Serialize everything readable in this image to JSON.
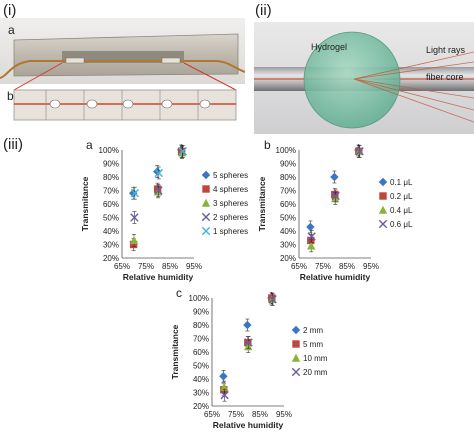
{
  "figure": {
    "panel_i_label": "(i)",
    "panel_ii_label": "(ii)",
    "panel_iii_label": "(iii)",
    "photo_a_label": "a",
    "photo_b_label": "b",
    "hydrogel_label": "Hydrogel",
    "light_rays_label": "Light rays",
    "fiber_core_label": "fiber core"
  },
  "colors": {
    "blue": "#3b76c4",
    "red": "#c0463c",
    "green": "#8bb23c",
    "purple": "#6e5ba1",
    "cyan": "#3fb7d6",
    "gray": "#dddddd"
  },
  "chart_data": [
    {
      "label": "a",
      "type": "scatter",
      "xlabel": "Relative  humidity",
      "ylabel": "Transmitance",
      "x_ticks": [
        "65%",
        "75%",
        "85%",
        "95%"
      ],
      "y_ticks": [
        "20%",
        "30%",
        "40%",
        "50%",
        "60%",
        "70%",
        "80%",
        "90%",
        "100%"
      ],
      "xlim": [
        65,
        95
      ],
      "ylim": [
        20,
        100
      ],
      "series": [
        {
          "name": "5 spheres",
          "marker": "diamond",
          "color": "#3b76c4",
          "points": [
            [
              70,
              68
            ],
            [
              80,
              84
            ],
            [
              90,
              100
            ]
          ]
        },
        {
          "name": "4 spheres",
          "marker": "square",
          "color": "#c0463c",
          "points": [
            [
              70,
              30
            ],
            [
              80,
              71
            ],
            [
              90,
              99
            ]
          ]
        },
        {
          "name": "3 spheres",
          "marker": "triangle",
          "color": "#8bb23c",
          "points": [
            [
              70,
              33
            ],
            [
              80,
              69
            ],
            [
              90,
              98
            ]
          ]
        },
        {
          "name": "2 spheres",
          "marker": "x",
          "color": "#6e5ba1",
          "points": [
            [
              70,
              50
            ],
            [
              80,
              70
            ],
            [
              90,
              99
            ]
          ]
        },
        {
          "name": "1 spheres",
          "marker": "x",
          "color": "#3fb7d6",
          "points": [
            [
              70,
              68
            ],
            [
              80,
              83
            ],
            [
              90,
              99
            ]
          ]
        }
      ]
    },
    {
      "label": "b",
      "type": "scatter",
      "xlabel": "Relative  humidity",
      "ylabel": "Transmitance",
      "x_ticks": [
        "65%",
        "75%",
        "85%",
        "95%"
      ],
      "y_ticks": [
        "20%",
        "30%",
        "40%",
        "50%",
        "60%",
        "70%",
        "80%",
        "90%",
        "100%"
      ],
      "xlim": [
        65,
        95
      ],
      "ylim": [
        20,
        100
      ],
      "series": [
        {
          "name": "0.1 μL",
          "marker": "diamond",
          "color": "#3b76c4",
          "points": [
            [
              70,
              43
            ],
            [
              80,
              80
            ],
            [
              90,
              100
            ]
          ]
        },
        {
          "name": "0.2 μL",
          "marker": "square",
          "color": "#c0463c",
          "points": [
            [
              70,
              33
            ],
            [
              80,
              67
            ],
            [
              90,
              99
            ]
          ]
        },
        {
          "name": "0.4 μL",
          "marker": "triangle",
          "color": "#8bb23c",
          "points": [
            [
              70,
              29
            ],
            [
              80,
              64
            ],
            [
              90,
              99
            ]
          ]
        },
        {
          "name": "0.6 μL",
          "marker": "x",
          "color": "#6e5ba1",
          "points": [
            [
              70,
              36
            ],
            [
              80,
              66
            ],
            [
              90,
              99
            ]
          ]
        }
      ]
    },
    {
      "label": "c",
      "type": "scatter",
      "xlabel": "Relative  humidity",
      "ylabel": "Transmitance",
      "x_ticks": [
        "65%",
        "75%",
        "85%",
        "95%"
      ],
      "y_ticks": [
        "20%",
        "30%",
        "40%",
        "50%",
        "60%",
        "70%",
        "80%",
        "90%",
        "100%"
      ],
      "xlim": [
        65,
        95
      ],
      "ylim": [
        20,
        100
      ],
      "series": [
        {
          "name": "2 mm",
          "marker": "diamond",
          "color": "#3b76c4",
          "points": [
            [
              70,
              42
            ],
            [
              80,
              80
            ],
            [
              90,
              100
            ]
          ]
        },
        {
          "name": "5 mm",
          "marker": "square",
          "color": "#c0463c",
          "points": [
            [
              70,
              32
            ],
            [
              80,
              67
            ],
            [
              90,
              100
            ]
          ]
        },
        {
          "name": "10 mm",
          "marker": "triangle",
          "color": "#8bb23c",
          "points": [
            [
              70,
              34
            ],
            [
              80,
              64
            ],
            [
              90,
              99
            ]
          ]
        },
        {
          "name": "20 mm",
          "marker": "x",
          "color": "#6e5ba1",
          "points": [
            [
              70,
              28
            ],
            [
              80,
              67
            ],
            [
              90,
              99
            ]
          ]
        }
      ]
    }
  ]
}
